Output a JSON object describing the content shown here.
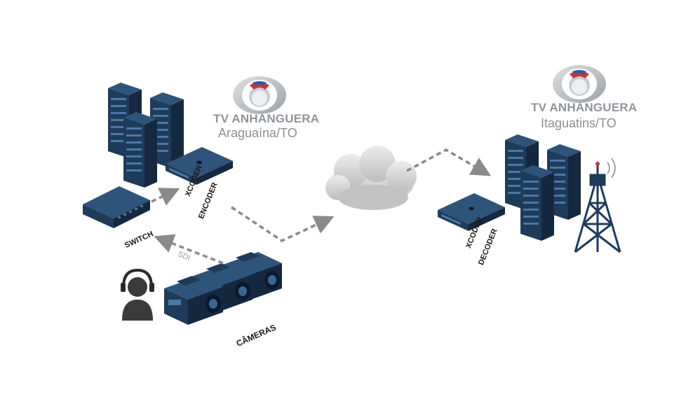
{
  "origin": {
    "brand": "TV ANHANGUERA",
    "city": "Araguaína/TO"
  },
  "destination": {
    "brand": "TV ANHANGUERA",
    "city": "Itaguatins/TO"
  },
  "labels": {
    "encoder_line1": "XCODER",
    "encoder_line2": "ENCODER",
    "decoder_line1": "XCODER",
    "decoder_line2": "DECODER",
    "switch": "SWITCH",
    "cameras": "CÂMERAS",
    "sdi": "SDI"
  },
  "colors": {
    "equipment": "#1f3b5a",
    "equipment_dark": "#14283f",
    "equipment_light": "#2e5479",
    "arrow": "#8a8a8a",
    "cloud": "#d6d6d6",
    "text_gray": "#8a8f93"
  },
  "icons": [
    "server-rack-icon",
    "encoder-box-icon",
    "network-switch-icon",
    "cloud-icon",
    "camera-icon",
    "operator-headset-icon",
    "broadcast-tower-icon",
    "logo-emblem-icon"
  ]
}
